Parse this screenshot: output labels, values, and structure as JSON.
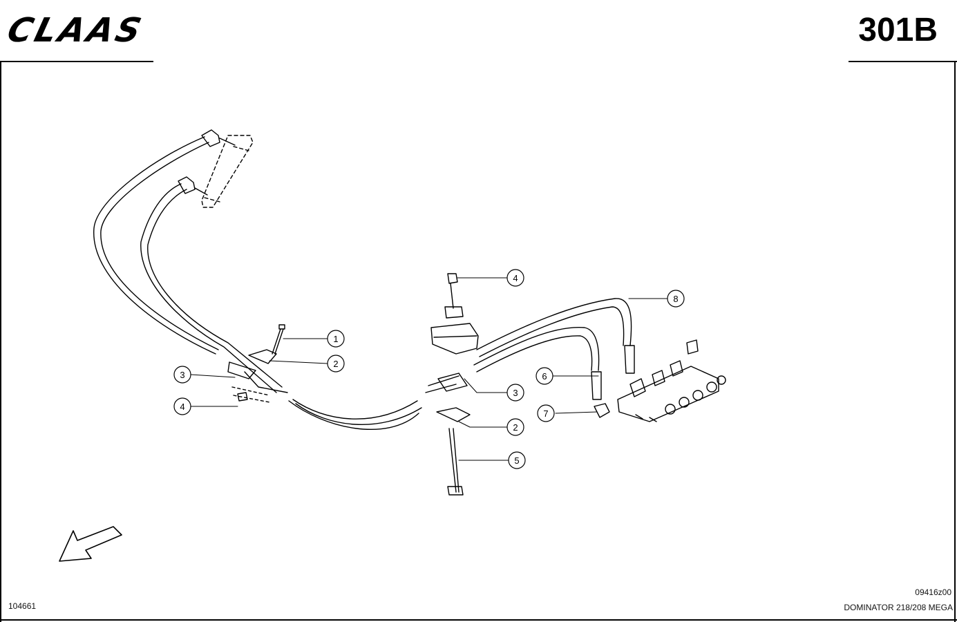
{
  "header": {
    "brand_logo_text": "CLAAS",
    "page_code": "301B"
  },
  "footer": {
    "drawing_number": "104661",
    "figure_code": "09416z00",
    "model_name": "DOMINATOR 218/208 MEGA"
  },
  "callouts": [
    {
      "id": "c1",
      "label": "1"
    },
    {
      "id": "c2a",
      "label": "2"
    },
    {
      "id": "c3a",
      "label": "3"
    },
    {
      "id": "c4a",
      "label": "4"
    },
    {
      "id": "c4b",
      "label": "4"
    },
    {
      "id": "c8",
      "label": "8"
    },
    {
      "id": "c6",
      "label": "6"
    },
    {
      "id": "c3b",
      "label": "3"
    },
    {
      "id": "c7",
      "label": "7"
    },
    {
      "id": "c2b",
      "label": "2"
    },
    {
      "id": "c5",
      "label": "5"
    }
  ],
  "icons": {
    "direction_arrow": "arrow-down-left-icon"
  },
  "colors": {
    "line": "#000000",
    "background": "#ffffff"
  }
}
